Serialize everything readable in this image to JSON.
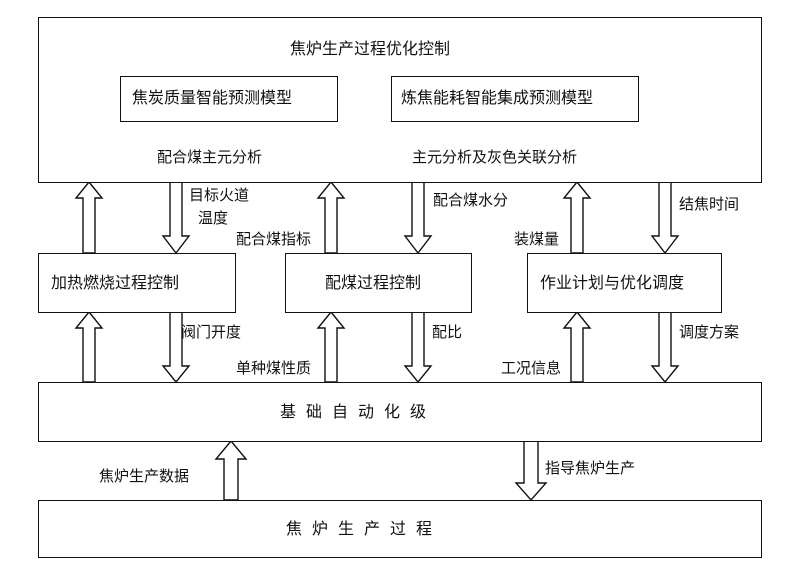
{
  "top": {
    "title": "焦炉生产过程优化控制",
    "model_left": "焦炭质量智能预测模型",
    "model_right": "炼焦能耗智能集成预测模型",
    "analysis_left": "配合煤主元分析",
    "analysis_right": "主元分析及灰色关联分析"
  },
  "middle": {
    "heating": "加热燃烧过程控制",
    "blending": "配煤过程控制",
    "scheduling": "作业计划与优化调度"
  },
  "base": "基础自动化级",
  "process": "焦炉生产过程",
  "labels": {
    "target_flue_temp_1": "目标火道",
    "target_flue_temp_2": "温度",
    "blend_index": "配合煤指标",
    "blend_moisture": "配合煤水分",
    "coal_charge": "装煤量",
    "coking_time": "结焦时间",
    "valve_opening": "阀门开度",
    "single_coal_quality": "单种煤性质",
    "ratio": "配比",
    "condition_info": "工况信息",
    "dispatch_plan": "调度方案",
    "production_data": "焦炉生产数据",
    "guide_production": "指导焦炉生产"
  }
}
